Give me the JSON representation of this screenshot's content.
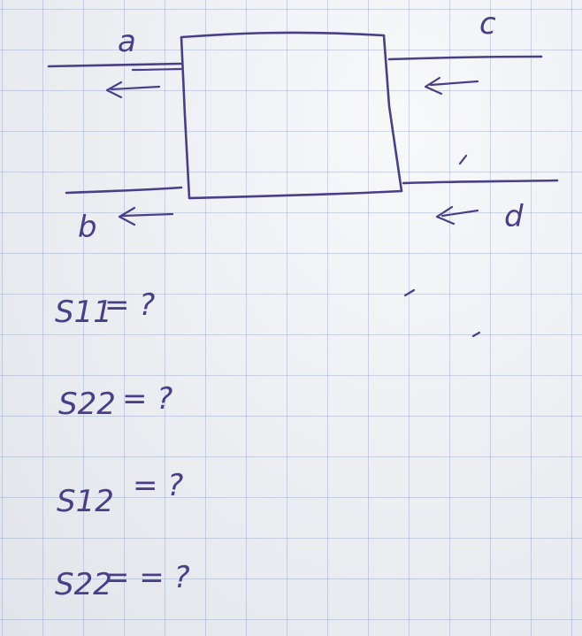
{
  "diagram": {
    "ports": {
      "a": "a",
      "b": "b",
      "c": "c",
      "d": "d"
    }
  },
  "questions": [
    {
      "param": "S11",
      "rhs": "= ?"
    },
    {
      "param": "S22",
      "rhs": "= ?"
    },
    {
      "param": "S12",
      "rhs": "= ?"
    },
    {
      "param": "S22",
      "rhs": "= = ?"
    }
  ],
  "colors": {
    "ink": "#4a3f86",
    "paper": "#eef0f4",
    "grid": "#8c9cc4"
  }
}
